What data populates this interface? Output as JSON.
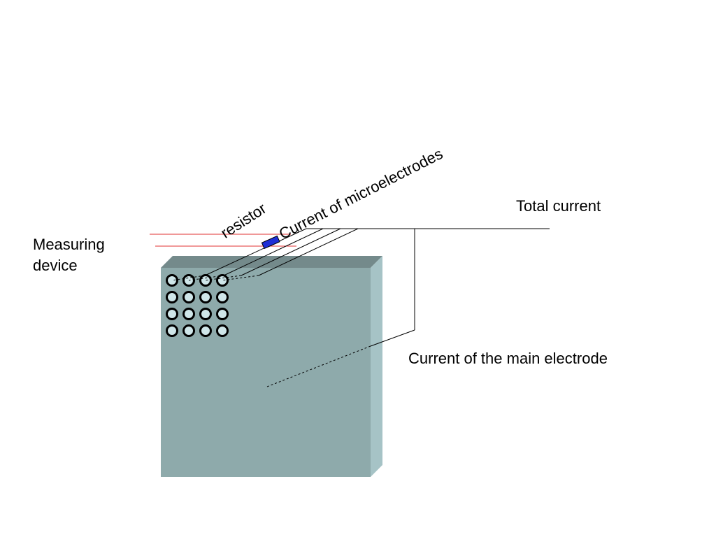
{
  "labels": {
    "measuring_device_line1": "Measuring",
    "measuring_device_line2": "device",
    "resistor": "resistor",
    "current_microelectrodes": "Current of microelectrodes",
    "total_current": "Total current",
    "current_main_electrode": "Current of the main electrode"
  },
  "colors": {
    "slab_front": "#8eaaab",
    "slab_top": "#748a8b",
    "slab_side": "#a6c3c6",
    "electrode_fill": "#cfe6e9",
    "electrode_stroke": "#000000",
    "resistor_fill": "#1f2fd6",
    "measuring_wire": "#e03030",
    "wire": "#000000"
  },
  "microelectrode_grid": {
    "rows": 4,
    "cols": 4
  }
}
